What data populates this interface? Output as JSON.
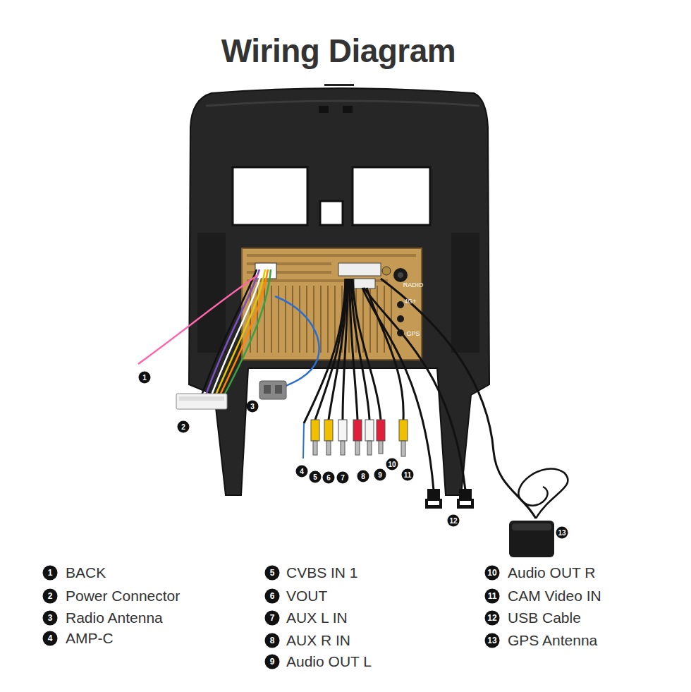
{
  "diagram": {
    "title": "Wiring Diagram",
    "labels": [
      "RADIO",
      "4G+",
      "GPS",
      "1",
      "2",
      "3",
      "4",
      "5",
      "6",
      "7",
      "8",
      "9",
      "10",
      "11",
      "12",
      "13",
      "1",
      "BACK",
      "2",
      "Power Connector",
      "3",
      "Radio Antenna",
      "4",
      "AMP-C",
      "5",
      "CVBS IN 1",
      "6",
      "VOUT",
      "7",
      "AUX L IN",
      "8",
      "AUX R IN",
      "9",
      "Audio OUT L",
      "10",
      "Audio OUT R",
      "11",
      "CAM Video IN",
      "12",
      "USB Cable",
      "13",
      "GPS Antenna"
    ]
  }
}
